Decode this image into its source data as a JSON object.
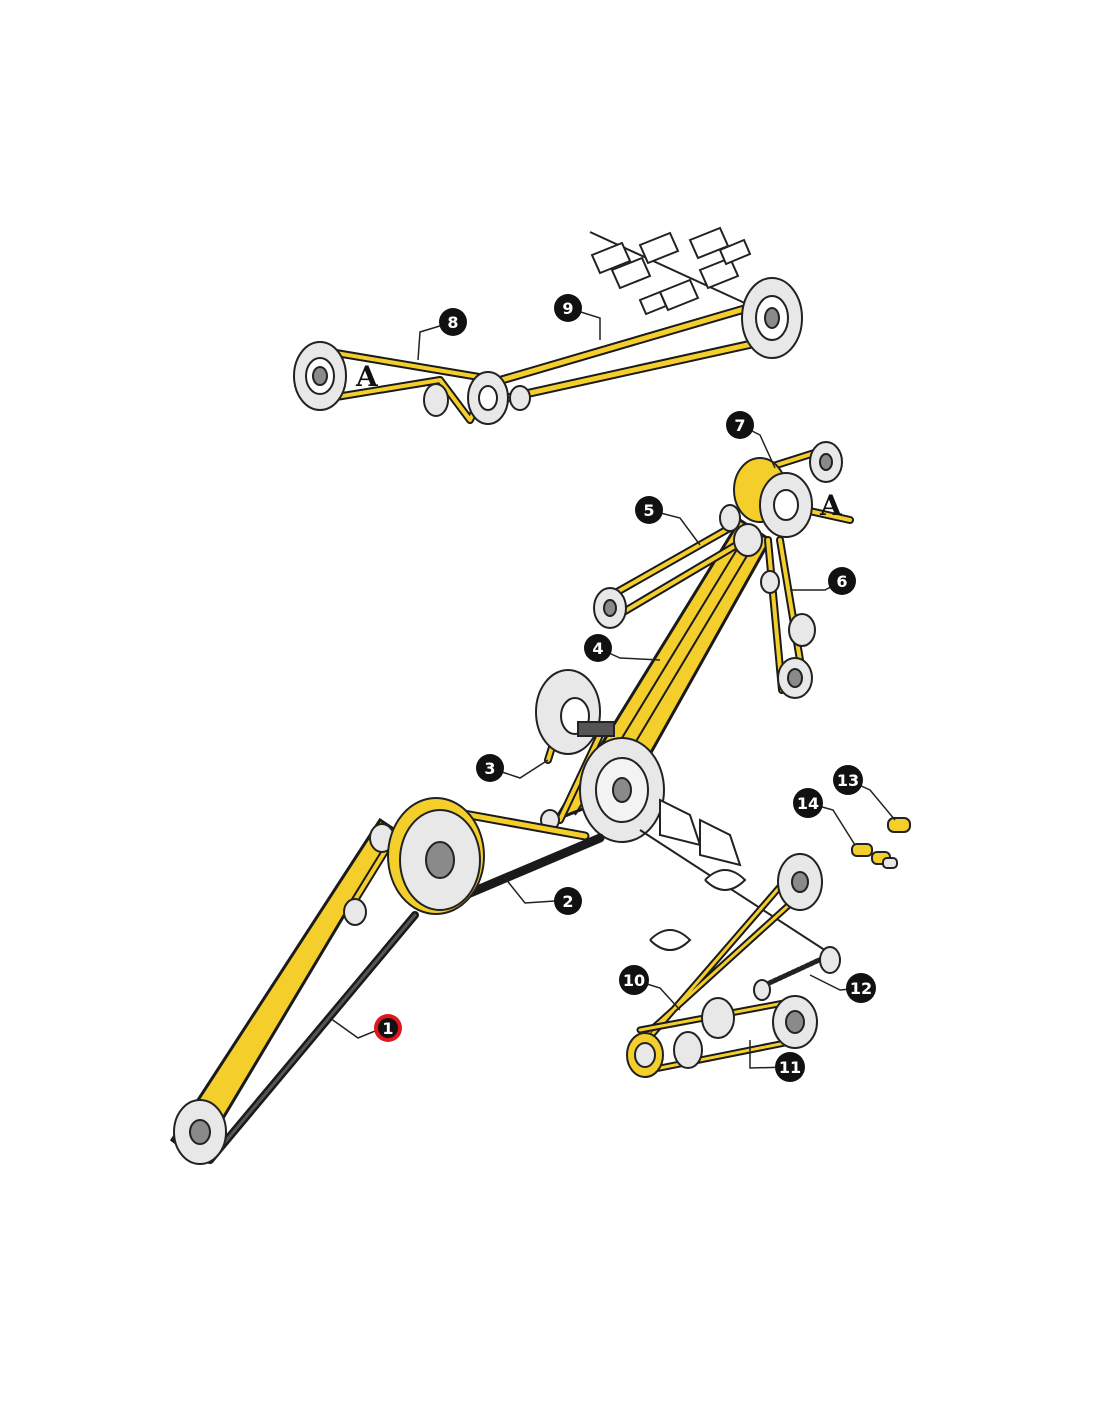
{
  "diagram": {
    "colors": {
      "belt": "#f4cf2c",
      "belt_outline": "#1a1a1a",
      "metal": "#e8e8e8",
      "metal_dark": "#8a8a8a",
      "callout": "#111111",
      "highlight_ring": "#e0161e"
    },
    "section_labels": [
      "A",
      "A"
    ],
    "callouts": [
      {
        "id": "1",
        "label": "1",
        "highlighted": true
      },
      {
        "id": "2",
        "label": "2"
      },
      {
        "id": "3",
        "label": "3"
      },
      {
        "id": "4",
        "label": "4"
      },
      {
        "id": "5",
        "label": "5"
      },
      {
        "id": "6",
        "label": "6"
      },
      {
        "id": "7",
        "label": "7"
      },
      {
        "id": "8",
        "label": "8"
      },
      {
        "id": "9",
        "label": "9"
      },
      {
        "id": "10",
        "label": "10"
      },
      {
        "id": "11",
        "label": "11"
      },
      {
        "id": "12",
        "label": "12"
      },
      {
        "id": "13",
        "label": "13"
      },
      {
        "id": "14",
        "label": "14"
      }
    ]
  }
}
